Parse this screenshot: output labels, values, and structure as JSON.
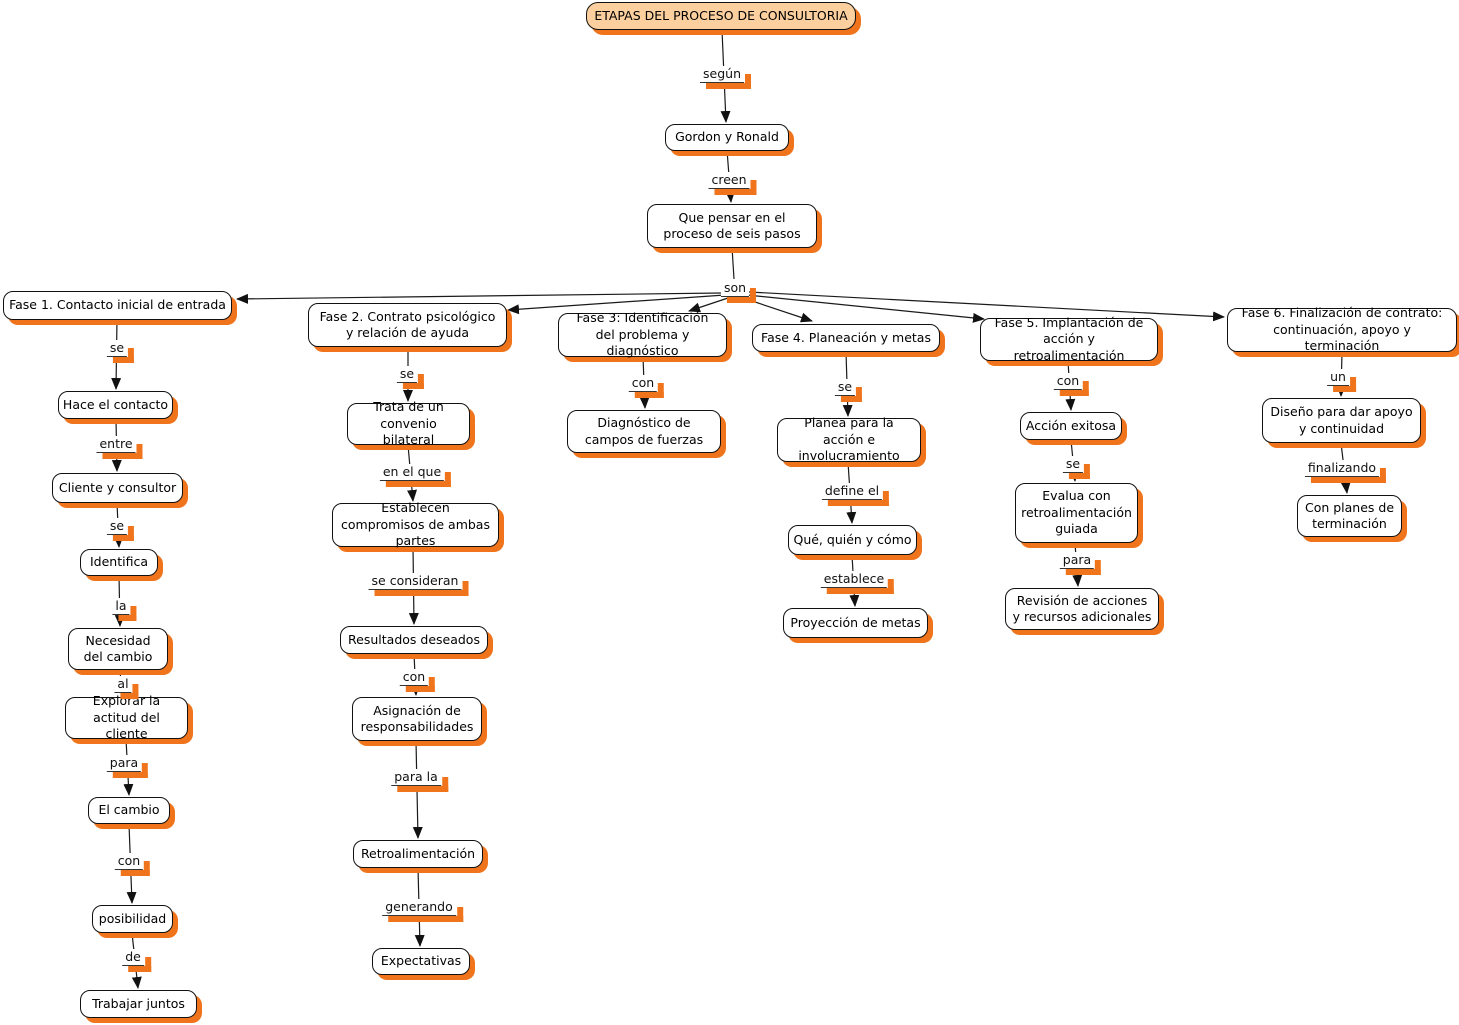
{
  "colors": {
    "accent": "#F0741C",
    "title_fill": "#FBCF9E",
    "line": "#1a1a1a"
  },
  "intro": {
    "title": "ETAPAS DEL PROCESO DE CONSULTORIA",
    "segun": "según",
    "gordon_y_ronald": "Gordon y Ronald",
    "creen": "creen",
    "que_pensar": "Que pensar en el proceso de seis pasos",
    "son": "son"
  },
  "fase1": {
    "header": "Fase 1. Contacto inicial de entrada",
    "se_1": "se",
    "hace_el_contacto": "Hace el contacto",
    "entre": "entre",
    "cliente_y_consultor": "Cliente y consultor",
    "se_2": "se",
    "identifica": "Identifica",
    "la": "la",
    "necesidad_del_cambio": "Necesidad del cambio",
    "al": "al",
    "explorar_actitud": "Explorar la actitud del cliente",
    "para": "para",
    "el_cambio": "El cambio",
    "con": "con",
    "posibilidad": "posibilidad",
    "de": "de",
    "trabajar_juntos": "Trabajar juntos"
  },
  "fase2": {
    "header": "Fase 2. Contrato psicológico y relación de ayuda",
    "se": "se",
    "trata_convenio": "Trata de un convenio bilateral",
    "en_el_que": "en el que",
    "establecen_compromisos": "Establecen compromisos de ambas partes",
    "se_consideran": "se consideran",
    "resultados_deseados": "Resultados deseados",
    "con": "con",
    "asignacion_responsabilidades": "Asignación de responsabilidades",
    "para_la": "para la",
    "retroalimentacion": "Retroalimentación",
    "generando": "generando",
    "expectativas": "Expectativas"
  },
  "fase3": {
    "header": "Fase 3: Identificación del problema y diagnóstico",
    "con": "con",
    "diagnostico_campos": "Diagnóstico de campos de fuerzas"
  },
  "fase4": {
    "header": "Fase 4. Planeación y metas",
    "se": "se",
    "planea_accion": "Planea para la acción e involucramiento",
    "define_el": "define el",
    "que_quien_como": "Qué, quién y cómo",
    "establece": "establece",
    "proyeccion_metas": "Proyección de metas"
  },
  "fase5": {
    "header": "Fase 5. Implantación de acción y retroalimentación",
    "con": "con",
    "accion_exitosa": "Acción exitosa",
    "se": "se",
    "evalua_retro": "Evalua con retroalimentación guiada",
    "para": "para",
    "revision_acciones": "Revisión de acciones y recursos adicionales"
  },
  "fase6": {
    "header": "Fase 6. Finalización de contrato: continuación, apoyo y terminación",
    "un": "un",
    "diseno_apoyo": "Diseño para dar apoyo y continuidad",
    "finalizando": "finalizando",
    "con_planes": "Con planes de terminación"
  }
}
